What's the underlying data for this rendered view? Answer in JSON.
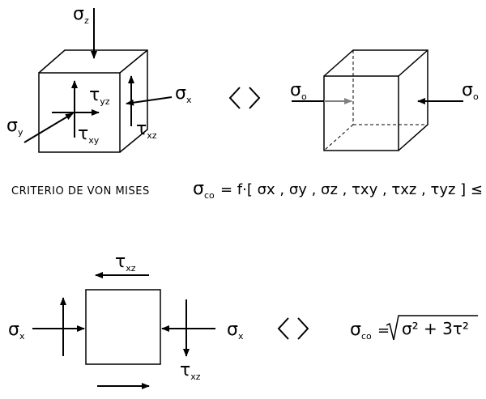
{
  "top_cube": {
    "sigma_z": {
      "sym": "σ",
      "sub": "z"
    },
    "sigma_x": {
      "sym": "σ",
      "sub": "x"
    },
    "sigma_y": {
      "sym": "σ",
      "sub": "y"
    },
    "tau_yz": {
      "sym": "τ",
      "sub": "yz"
    },
    "tau_xy": {
      "sym": "τ",
      "sub": "xy"
    },
    "tau_xz": {
      "sym": "τ",
      "sub": "xz"
    }
  },
  "equivalence_symbol": "<>",
  "right_cube": {
    "sigma_o_left": {
      "sym": "σ",
      "sub": "o"
    },
    "sigma_o_right": {
      "sym": "σ",
      "sub": "o"
    },
    "gray_arrow_color": "#808080"
  },
  "criterion": {
    "label": "CRITERIO DE VON MISES",
    "sigma": "σ",
    "sigma_sub": "co",
    "rhs": "= f·[ σx , σy , σz , τxy , τxz , τyz ] ≤ σe"
  },
  "plane": {
    "tau_top": {
      "sym": "τ",
      "sub": "xz"
    },
    "tau_right": {
      "sym": "τ",
      "sub": "xz"
    },
    "sigma_left": {
      "sym": "σ",
      "sub": "x"
    },
    "sigma_right": {
      "sym": "σ",
      "sub": "x"
    }
  },
  "formula": {
    "lhs_sym": "σ",
    "lhs_sub": "co",
    "equals": "=",
    "radicand": "σ² + 3τ²"
  }
}
